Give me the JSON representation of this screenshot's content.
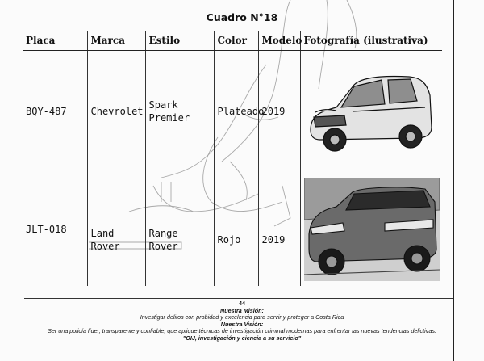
{
  "title": "Cuadro N°18",
  "table": {
    "headers": [
      "Placa",
      "Marca",
      "Estilo",
      "Color",
      "Modelo",
      "Fotografía (ilustrativa)"
    ],
    "rows": [
      {
        "placa": "BQY-487",
        "marca": "Chevrolet",
        "estilo": "Spark Premier",
        "color": "Plateado",
        "modelo": "2019",
        "photo_icon": "hatchback-car-photo"
      },
      {
        "placa": "JLT-018",
        "marca": "Land Rover",
        "estilo": "Range Rover",
        "color": "Rojo",
        "modelo": "2019",
        "photo_icon": "suv-car-photo"
      }
    ]
  },
  "footer": {
    "page_number": "44",
    "mision_heading": "Nuestra Misión:",
    "mision_text": "Investigar delitos con probidad y excelencia para servir y proteger a Costa Rica",
    "vision_heading": "Nuestra Visión:",
    "vision_text": "Ser una policía líder, transparente y confiable, que aplique técnicas de investigación criminal modernas para enfrentar las nuevas tendencias delictivas.",
    "slogan": "\"OIJ, investigación y ciencia a su servicio\""
  }
}
